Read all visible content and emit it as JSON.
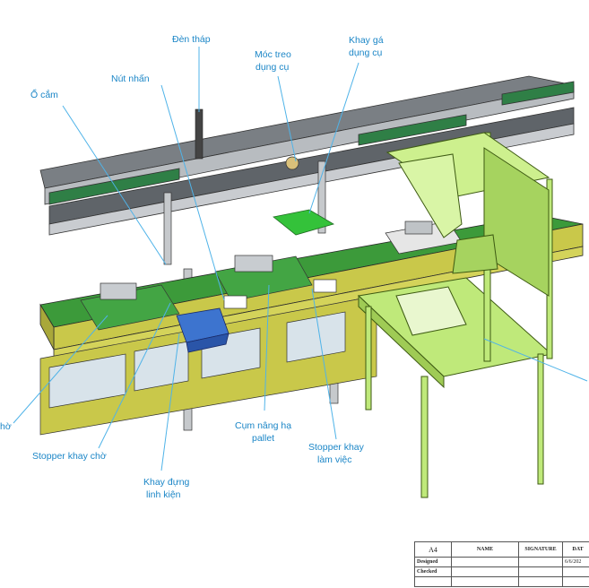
{
  "labels": {
    "den_thap": "Đèn tháp",
    "moc_treo_1": "Móc treo",
    "moc_treo_2": "dụng cụ",
    "khay_ga_1": "Khay  gá",
    "khay_ga_2": "dụng cụ",
    "nut_nhan": "Nút nhấn",
    "o_cam": "Ổ cắm",
    "left_cut": "hờ",
    "stopper_khay_cho": "Stopper khay chờ",
    "cum_nang_ha_1": "Cụm nâng hạ",
    "cum_nang_ha_2": "pallet",
    "stopper_lam_viec_1": "Stopper khay",
    "stopper_lam_viec_2": "làm  việc",
    "khay_dung_1": "Khay đựng",
    "khay_dung_2": "linh kiện"
  },
  "title_block": {
    "size": "A4",
    "col_name": "NAME",
    "col_signature": "SIGNATURE",
    "col_date": "DAT",
    "row_designed": "Designed",
    "row_checked": "Checked",
    "designed_date": "6/6/202"
  },
  "colors": {
    "label": "#1b86c7",
    "frame_green": "#bfe97a",
    "base_green": "#3c9a3a",
    "rail_yellow": "#c9c84a"
  }
}
